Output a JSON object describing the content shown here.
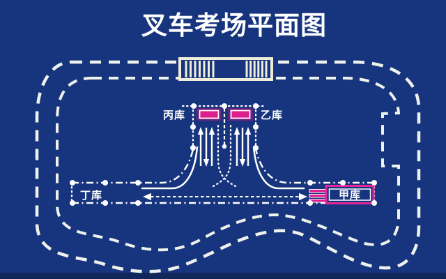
{
  "title": "叉车考场平面图",
  "labels": {
    "warehouse_c": "丙库",
    "warehouse_b": "乙库",
    "warehouse_d": "丁库",
    "warehouse_a": "甲库"
  },
  "colors": {
    "background": "#17357E",
    "footer_strip": "#10275C",
    "track_line": "#EEF1EC",
    "building_cream": "#EFEDDA",
    "warehouse_outer_purple": "#6E1F7E",
    "warehouse_inner_magenta": "#DD1F8E",
    "warehouse_a_border_pink": "#E8259A"
  }
}
